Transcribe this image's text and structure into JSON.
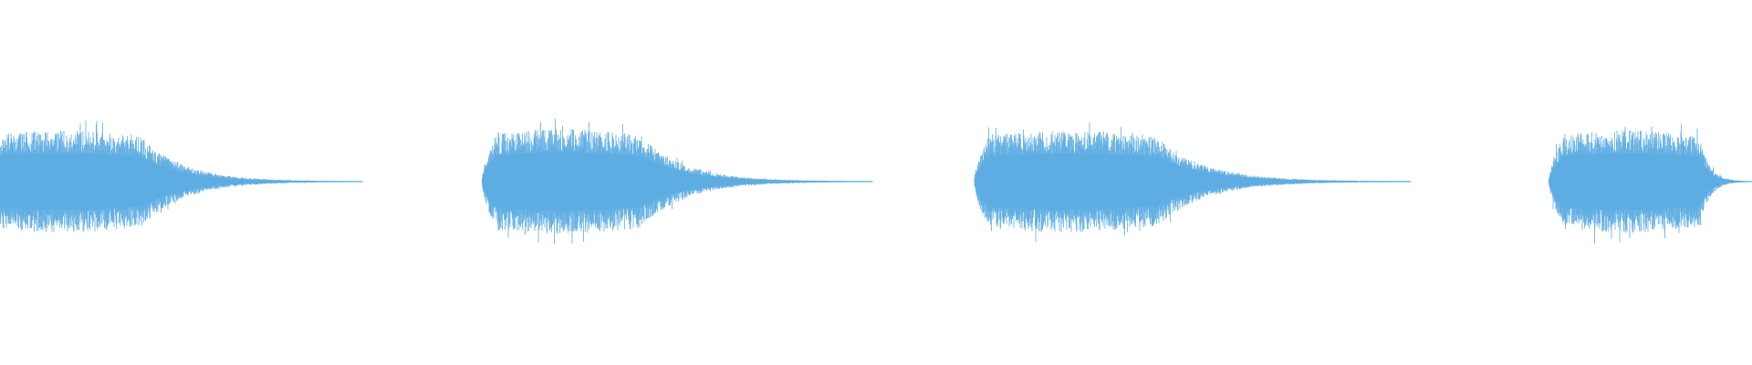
{
  "waveform": {
    "color": "#5dade2",
    "background": "#ffffff",
    "bursts": [
      {
        "start": 0.0,
        "attack": 0.0,
        "sustain_end": 0.08,
        "decay_end": 0.207,
        "peak": 0.78
      },
      {
        "start": 0.275,
        "attack": 0.01,
        "sustain_end": 0.365,
        "decay_end": 0.498,
        "peak": 0.8
      },
      {
        "start": 0.556,
        "attack": 0.01,
        "sustain_end": 0.66,
        "decay_end": 0.805,
        "peak": 0.77
      },
      {
        "start": 0.884,
        "attack": 0.01,
        "sustain_end": 0.97,
        "decay_end": 1.0,
        "peak": 0.78
      }
    ]
  }
}
